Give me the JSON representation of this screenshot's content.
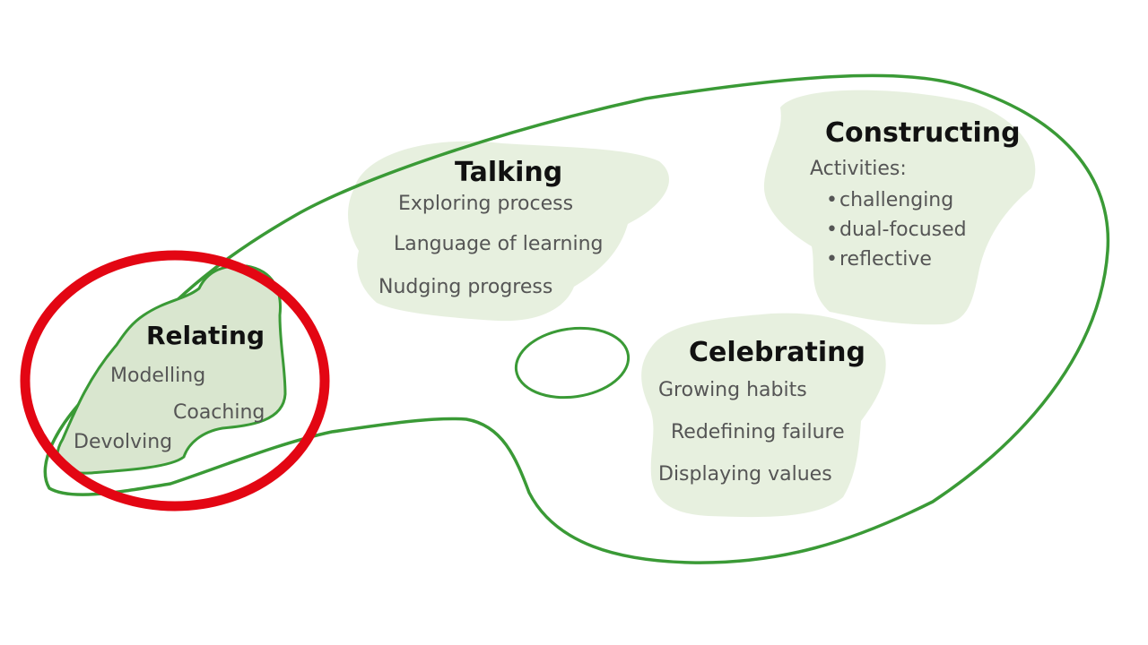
{
  "colors": {
    "outline": "#3a9a36",
    "blob_fill": "#e4eedb",
    "highlight": "#e30613",
    "heading_text": "#111111",
    "item_text": "#555555"
  },
  "highlighted_section": "Relating",
  "sections": {
    "talking": {
      "heading": "Talking",
      "items": [
        "Exploring process",
        "Language of learning",
        "Nudging progress"
      ]
    },
    "constructing": {
      "heading": "Constructing",
      "subheading": "Activities:",
      "items": [
        "challenging",
        "dual-focused",
        "reflective"
      ]
    },
    "relating": {
      "heading": "Relating",
      "items": [
        "Modelling",
        "Coaching",
        "Devolving"
      ]
    },
    "celebrating": {
      "heading": "Celebrating",
      "items": [
        "Growing habits",
        "Redefining failure",
        "Displaying values"
      ]
    }
  }
}
